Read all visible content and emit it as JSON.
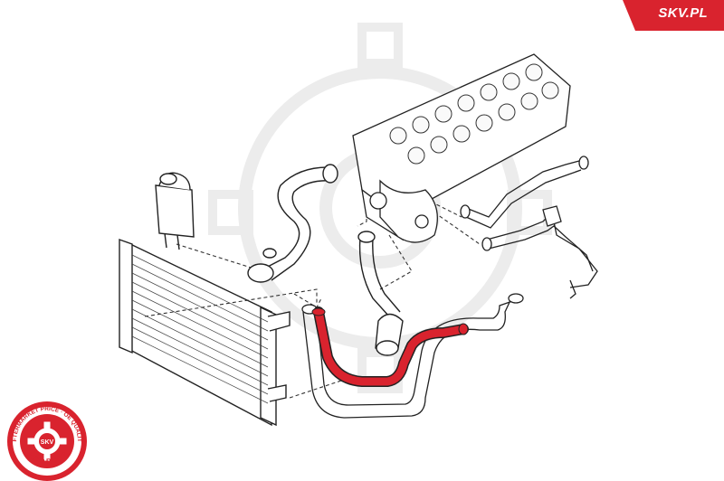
{
  "brand": {
    "corner_label": "SKV.PL",
    "accent_color": "#d9232e",
    "seal_top_text": "AFTERMARKET PRICE · OE QUALITY",
    "seal_bottom_text": "AUTO PARTS",
    "seal_center_text": "SKV"
  },
  "diagram": {
    "highlight_color": "#d9232e",
    "line_color": "#222222",
    "components": [
      "radiator-icon",
      "expansion-tank-icon",
      "engine-head-icon",
      "upper-hose-icon",
      "lower-hose-icon",
      "coolant-pipe-icon",
      "thermostat-housing-icon",
      "highlighted-hose-icon"
    ]
  }
}
